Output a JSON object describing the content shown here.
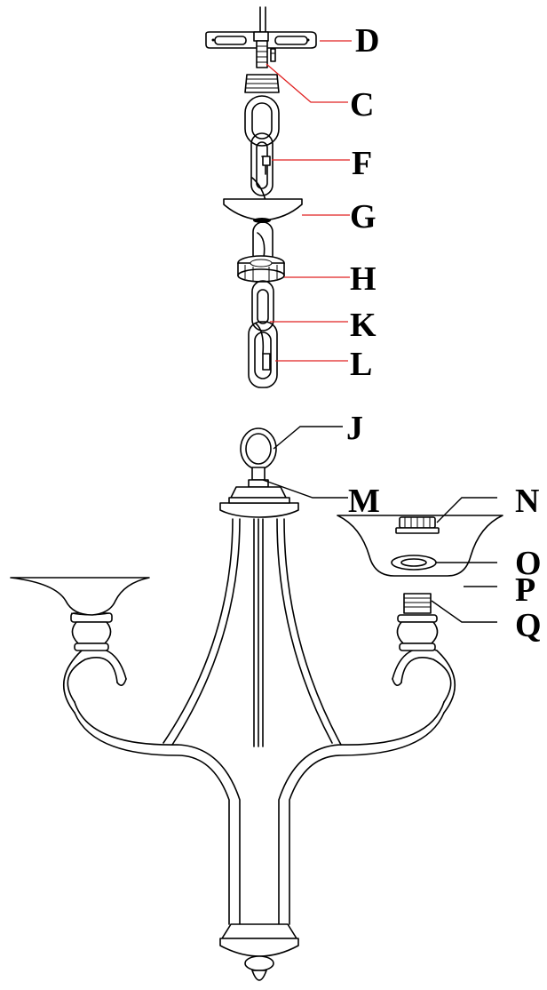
{
  "labels": {
    "D": "D",
    "C": "C",
    "F": "F",
    "G": "G",
    "H": "H",
    "K": "K",
    "L": "L",
    "J": "J",
    "M": "M",
    "N": "N",
    "O": "O",
    "P": "P",
    "Q": "Q"
  },
  "colors": {
    "leader_red": "#e02020",
    "line": "#000000",
    "background": "#ffffff"
  }
}
